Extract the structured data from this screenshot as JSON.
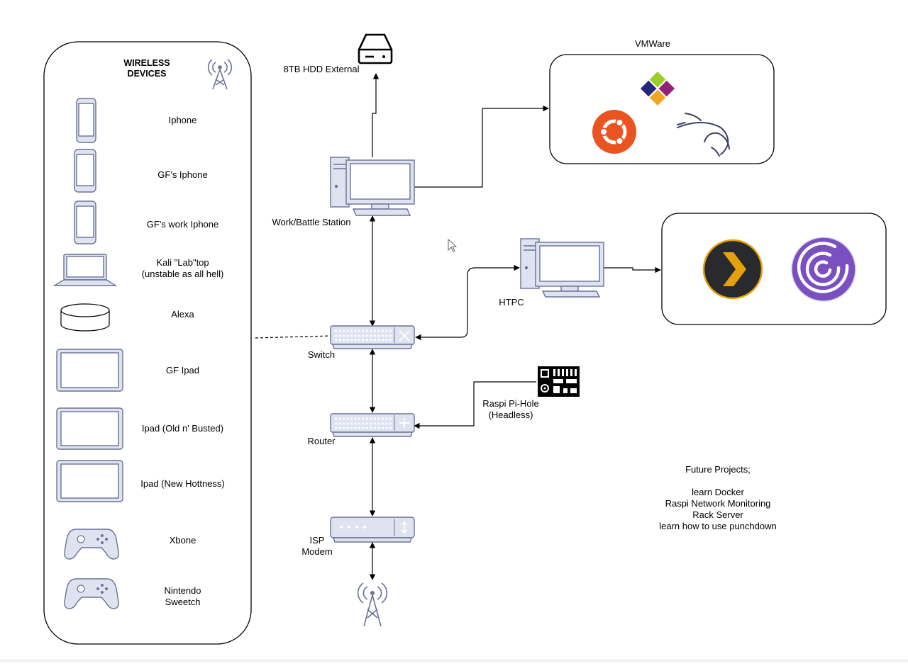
{
  "wireless_panel": {
    "title_line1": "WIRELESS",
    "title_line2": "DEVICES",
    "devices": [
      {
        "icon": "phone-icon",
        "label": [
          "Iphone"
        ]
      },
      {
        "icon": "phone-icon",
        "label": [
          "GF's Iphone"
        ]
      },
      {
        "icon": "phone-icon",
        "label": [
          "GF's work Iphone"
        ]
      },
      {
        "icon": "laptop-icon",
        "label": [
          "Kali \"Lab\"top",
          "(unstable as all hell)"
        ]
      },
      {
        "icon": "smart-speaker-icon",
        "label": [
          "Alexa"
        ]
      },
      {
        "icon": "tablet-icon",
        "label": [
          "GF Ipad"
        ]
      },
      {
        "icon": "tablet-icon",
        "label": [
          "Ipad (Old n' Busted)"
        ]
      },
      {
        "icon": "tablet-icon",
        "label": [
          "Ipad (New Hottness)"
        ]
      },
      {
        "icon": "gamepad-icon",
        "label": [
          "Xbone"
        ]
      },
      {
        "icon": "gamepad-icon",
        "label": [
          "Nintendo",
          "Sweetch"
        ]
      }
    ]
  },
  "nodes": {
    "hdd": "8TB HDD External",
    "workstation": "Work/Battle Station",
    "switch": "Switch",
    "router": "Router",
    "modem_line1": "ISP",
    "modem_line2": "Modem",
    "htpc": "HTPC",
    "raspi_line1": "Raspi Pi-Hole",
    "raspi_line2": "(Headless)"
  },
  "vmware": {
    "title": "VMWare",
    "icons": [
      "centos-icon",
      "ubuntu-icon",
      "kali-dragon-icon"
    ]
  },
  "media_apps": {
    "icons": [
      "plex-icon",
      "bittorrent-icon"
    ]
  },
  "future_projects": {
    "lines": [
      "Future Projects;",
      "",
      "learn Docker",
      "Raspi Network Monitoring",
      "Rack Server",
      "learn how to use punchdown"
    ]
  },
  "colors": {
    "device_fill": "#dfe3f0",
    "device_stroke": "#6a7297",
    "screen_fill": "#ffffff",
    "ubuntu": "#e95420",
    "plex_bg": "#282a2d",
    "plex_chevron": "#e5a00d",
    "bittorrent": "#7a4fbf"
  }
}
